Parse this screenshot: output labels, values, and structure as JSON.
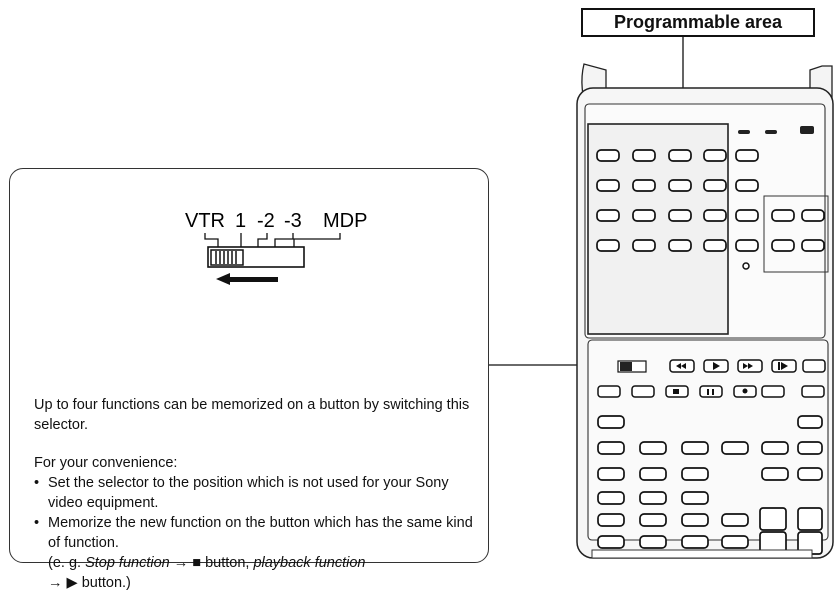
{
  "programmable_label": "Programmable area",
  "selector": {
    "positions": [
      "VTR",
      "1",
      "-2",
      "-3",
      "MDP"
    ]
  },
  "panel": {
    "intro": "Up to four functions can be memorized on a button by switching this selector.",
    "convenience_heading": "For your convenience:",
    "bullet1": "Set the selector to the position which is not used for your Sony video equipment.",
    "bullet2_line": "Memorize the new function on the button which has the same kind of function.",
    "example_open": "(e. g. ",
    "example_stop": "Stop function",
    "example_arrow1": " → ■ button, ",
    "example_play": "playback function",
    "example_arrow2": "→ ▶ button.)"
  },
  "icons": {
    "bullet": "•",
    "stop": "stop-square-icon",
    "play": "play-triangle-icon"
  }
}
